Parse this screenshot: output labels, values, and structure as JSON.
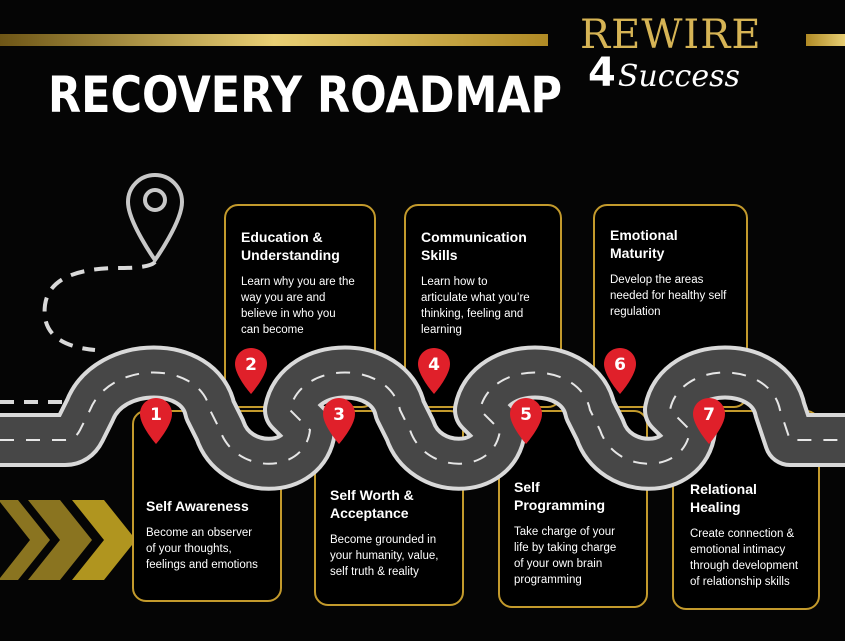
{
  "title": "RECOVERY ROADMAP",
  "logo": {
    "word": "REWIRE",
    "number": "4",
    "script": "Success"
  },
  "colors": {
    "gold": "#c39a2c",
    "pin": "#e0202a",
    "road": "#474747",
    "background": "#050505"
  },
  "steps": [
    {
      "number": "1",
      "title": "Self Awareness",
      "description": "Become an observer\nof your thoughts,\nfeelings and emotions"
    },
    {
      "number": "2",
      "title": "Education &\nUnderstanding",
      "description": "Learn why you are the\nway you are and\nbelieve in who you\ncan become"
    },
    {
      "number": "3",
      "title": "Self Worth &\nAcceptance",
      "description": "Become grounded in\nyour humanity, value,\nself truth & reality"
    },
    {
      "number": "4",
      "title": "Communication\nSkills",
      "description": "Learn how to\narticulate what you’re\nthinking, feeling and\nlearning"
    },
    {
      "number": "5",
      "title": "Self\nProgramming",
      "description": "Take charge of your\nlife by taking charge\nof your own brain\nprogramming"
    },
    {
      "number": "6",
      "title": "Emotional\nMaturity",
      "description": "Develop the areas\nneeded for healthy self\nregulation"
    },
    {
      "number": "7",
      "title": "Relational\nHealing",
      "description": "Create connection &\nemotional intimacy\nthrough development\nof relationship skills"
    }
  ],
  "icons": [
    "map-pin-outline-icon",
    "map-pin-icon",
    "chevron-right-icon"
  ]
}
